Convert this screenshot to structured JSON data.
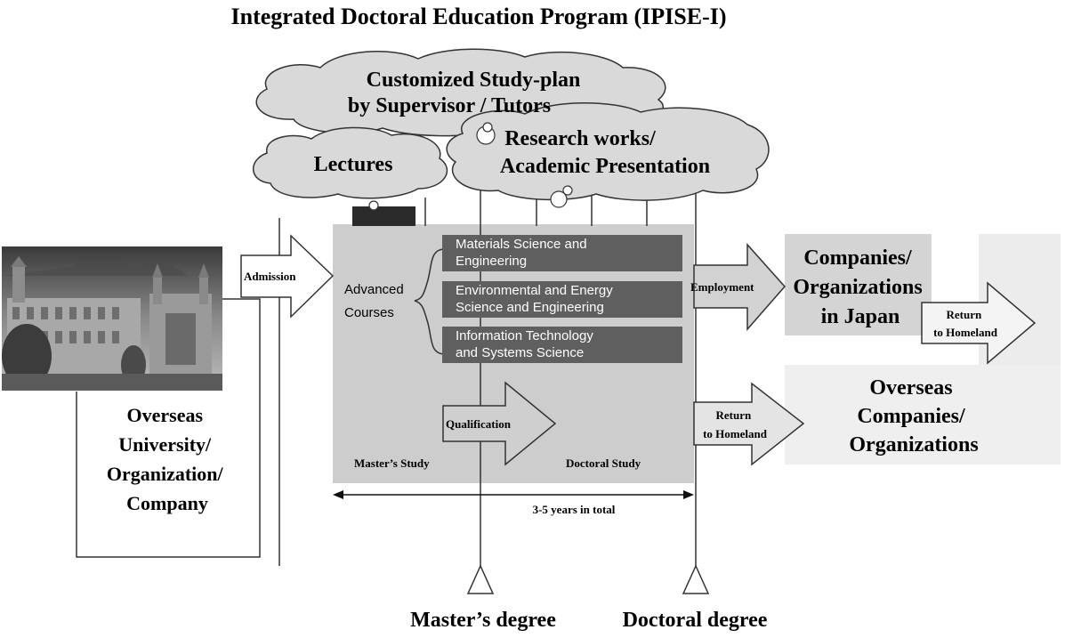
{
  "title": "Integrated Doctoral Education Program (IPISE-I)",
  "clouds": {
    "study_plan": [
      "Customized  Study-plan",
      "by Supervisor  / Tutors"
    ],
    "lectures": "Lectures",
    "research": [
      "Research works/",
      "Academic Presentation"
    ]
  },
  "left": {
    "origin": [
      "Overseas",
      "University/",
      "Organization/",
      "Company"
    ],
    "admission": "Admission"
  },
  "program": {
    "advanced_courses": [
      "Advanced",
      "Courses"
    ],
    "courses": [
      [
        "Materials Science and",
        "Engineering"
      ],
      [
        "Environmental and Energy",
        "Science and Engineering"
      ],
      [
        "Information Technology",
        "and Systems Science"
      ]
    ],
    "qualification": "Qualification",
    "masters_study": "Master’s Study",
    "doctoral_study": "Doctoral Study",
    "duration": "3-5 years in total"
  },
  "right": {
    "employment": "Employment",
    "return_homeland": [
      "Return",
      "to Homeland"
    ],
    "japan": [
      "Companies/",
      "Organizations",
      "in Japan"
    ],
    "return_homeland_2": [
      "Return",
      "to Homeland"
    ],
    "overseas": [
      "Overseas",
      "Companies/",
      "Organizations"
    ]
  },
  "degrees": {
    "masters": "Master’s  degree",
    "doctoral": "Doctoral degree"
  },
  "colors": {
    "program_box": "#cdcdcd",
    "course_box": "#5f5f5f",
    "japan_box": "#d4d4d4",
    "overseas_box": "#efefef",
    "cloud": "#d9d9d9"
  }
}
